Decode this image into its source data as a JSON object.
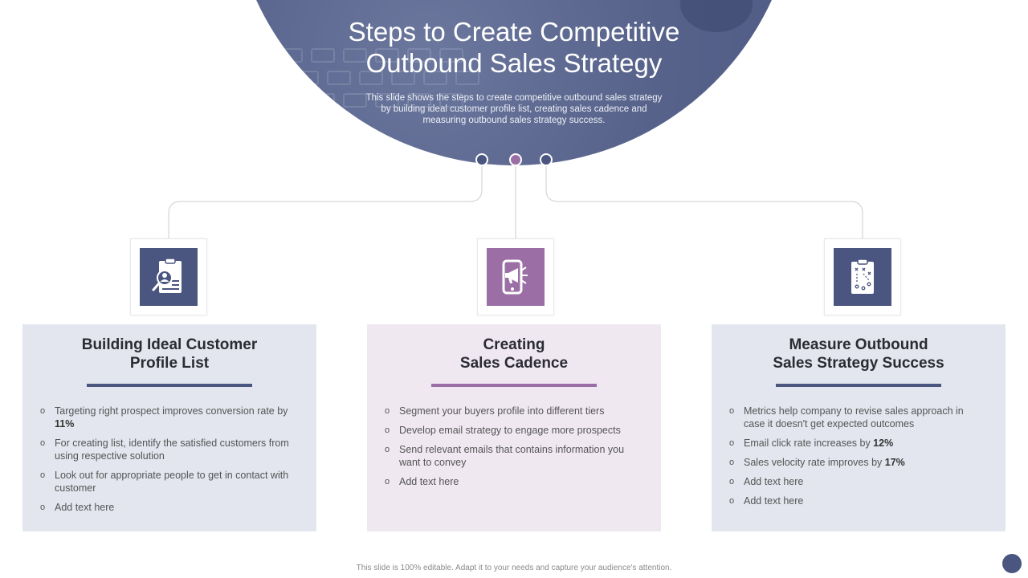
{
  "title": "Steps to Create Competitive\nOutbound Sales Strategy",
  "subtitle": "This slide shows the steps to create competitive outbound sales strategy by building ideal customer profile list, creating sales cadence and measuring outbound sales strategy success.",
  "colors": {
    "navy": "#4a5580",
    "purple": "#9b6fa6",
    "card_blue": "#e3e6ee",
    "card_purple": "#efe8f1"
  },
  "icons": [
    "customer-profile-icon",
    "mobile-megaphone-icon",
    "strategy-clipboard-icon"
  ],
  "cards": [
    {
      "heading": "Building Ideal Customer\nProfile List",
      "items": [
        {
          "text": "Targeting right prospect improves conversion rate by ",
          "bold": "11%"
        },
        {
          "text": "For creating list, identify the satisfied customers from using respective solution",
          "bold": ""
        },
        {
          "text": "Look out for appropriate people to get in contact with customer",
          "bold": ""
        },
        {
          "text": "Add text here",
          "bold": ""
        }
      ]
    },
    {
      "heading": "Creating\nSales Cadence",
      "items": [
        {
          "text": "Segment your buyers profile into different tiers",
          "bold": ""
        },
        {
          "text": "Develop email strategy to engage more prospects",
          "bold": ""
        },
        {
          "text": "Send relevant emails that contains information you want to convey",
          "bold": ""
        },
        {
          "text": "Add text here",
          "bold": ""
        }
      ]
    },
    {
      "heading": "Measure Outbound\nSales Strategy Success",
      "items": [
        {
          "text": "Metrics help company to revise sales approach in case it doesn't get expected outcomes",
          "bold": ""
        },
        {
          "text": "Email click rate increases by ",
          "bold": "12%"
        },
        {
          "text": "Sales velocity rate improves by ",
          "bold": "17%"
        },
        {
          "text": "Add text here",
          "bold": ""
        },
        {
          "text": "Add text here",
          "bold": ""
        }
      ]
    }
  ],
  "bullet_glyph": "o",
  "footer": "This slide is 100% editable. Adapt it to your needs and capture your audience's attention."
}
